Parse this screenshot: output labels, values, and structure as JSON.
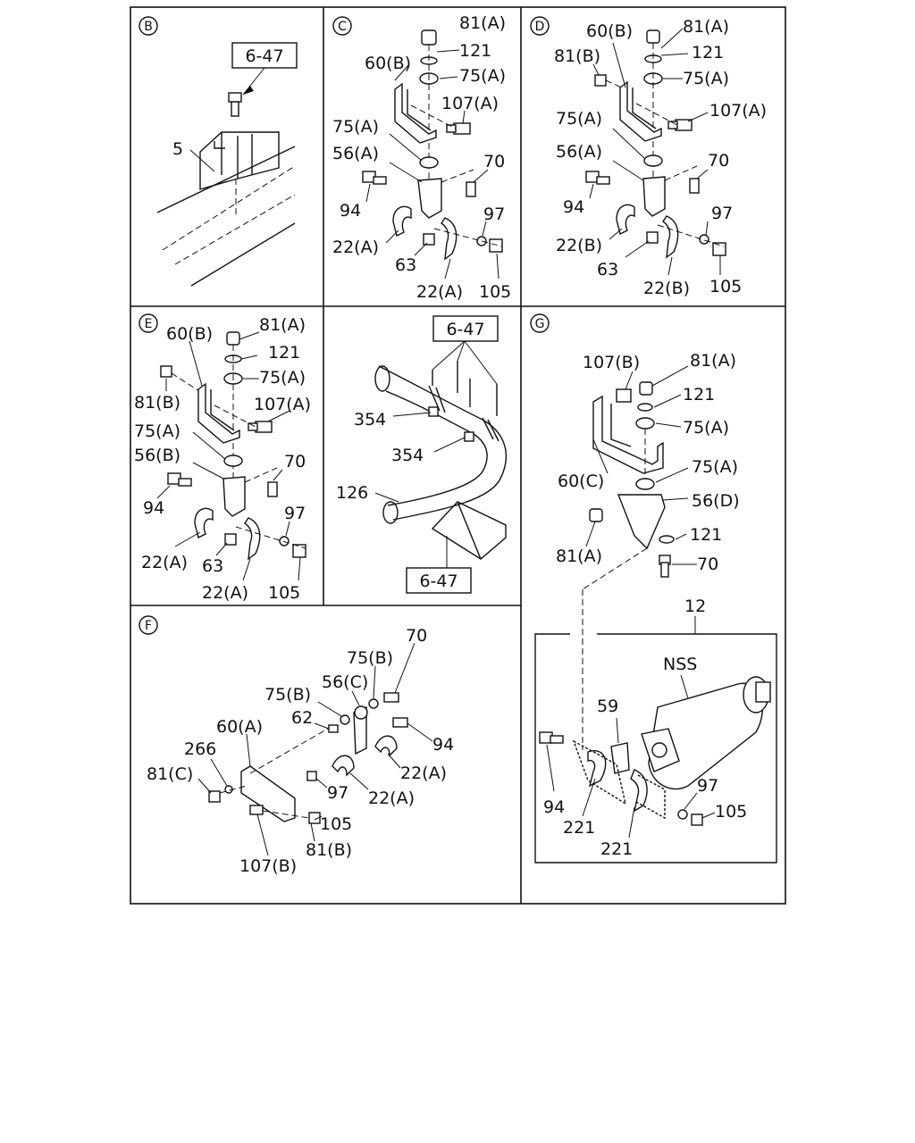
{
  "panels": {
    "B": {
      "letter": "B",
      "refbox": "6-47",
      "labels": [
        "5"
      ]
    },
    "C": {
      "letter": "C",
      "labels": [
        "81(A)",
        "121",
        "60(B)",
        "75(A)",
        "107(A)",
        "75(A)",
        "56(A)",
        "70",
        "94",
        "97",
        "22(A)",
        "63",
        "22(A)",
        "105"
      ]
    },
    "D": {
      "letter": "D",
      "labels": [
        "60(B)",
        "81(A)",
        "81(B)",
        "121",
        "75(A)",
        "107(A)",
        "75(A)",
        "56(A)",
        "70",
        "94",
        "97",
        "22(B)",
        "63",
        "22(B)",
        "105"
      ]
    },
    "E": {
      "letter": "E",
      "labels": [
        "60(B)",
        "81(A)",
        "121",
        "81(B)",
        "75(A)",
        "107(A)",
        "75(A)",
        "56(B)",
        "70",
        "94",
        "97",
        "22(A)",
        "63",
        "22(A)",
        "105"
      ]
    },
    "pipe": {
      "refbox_top": "6-47",
      "refbox_bottom": "6-47",
      "labels": [
        "354",
        "354",
        "126"
      ]
    },
    "G": {
      "letter": "G",
      "labels": [
        "107(B)",
        "81(A)",
        "121",
        "75(A)",
        "75(A)",
        "60(C)",
        "56(D)",
        "81(A)",
        "121",
        "70",
        "12",
        "NSS",
        "59",
        "94",
        "221",
        "221",
        "97",
        "105"
      ]
    },
    "F": {
      "letter": "F",
      "labels": [
        "70",
        "75(B)",
        "56(C)",
        "75(B)",
        "60(A)",
        "62",
        "266",
        "94",
        "81(C)",
        "22(A)",
        "97",
        "22(A)",
        "105",
        "107(B)",
        "81(B)"
      ]
    }
  }
}
